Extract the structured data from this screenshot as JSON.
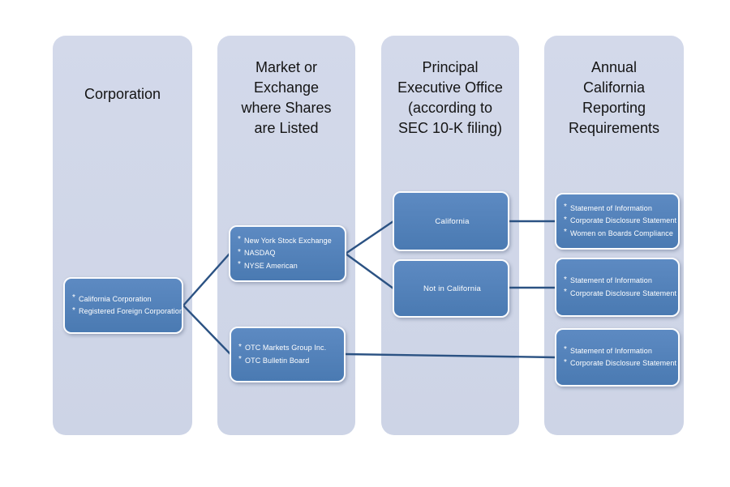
{
  "columns": [
    {
      "title": "Corporation"
    },
    {
      "title": "Market or\nExchange\nwhere Shares\nare Listed"
    },
    {
      "title": "Principal\nExecutive Office\n(according to\nSEC 10-K filing)"
    },
    {
      "title": "Annual\nCalifornia\nReporting\nRequirements"
    }
  ],
  "bullet": "*",
  "nodes": {
    "corporation_types": {
      "items": [
        "California Corporation",
        "Registered Foreign Corporation"
      ]
    },
    "major_exchanges": {
      "items": [
        "New York Stock Exchange",
        "NASDAQ",
        "NYSE American"
      ]
    },
    "otc_markets": {
      "items": [
        "OTC Markets Group Inc.",
        "OTC Bulletin Board"
      ]
    },
    "office_california": {
      "label": "California"
    },
    "office_not_california": {
      "label": "Not in California"
    },
    "requirements_california": {
      "items": [
        "Statement of Information",
        "Corporate Disclosure Statement",
        "Women on Boards Compliance"
      ]
    },
    "requirements_not_california": {
      "items": [
        "Statement of Information",
        "Corporate Disclosure Statement"
      ]
    },
    "requirements_otc": {
      "items": [
        "Statement of Information",
        "Corporate Disclosure Statement"
      ]
    }
  },
  "colors": {
    "column_fill": "#cfd6e8",
    "node_fill": "#4f81bd",
    "node_border": "#ffffff",
    "node_text": "#ffffff",
    "connector": "#2b5283",
    "title_text": "#141414",
    "page_background": "#ffffff"
  }
}
